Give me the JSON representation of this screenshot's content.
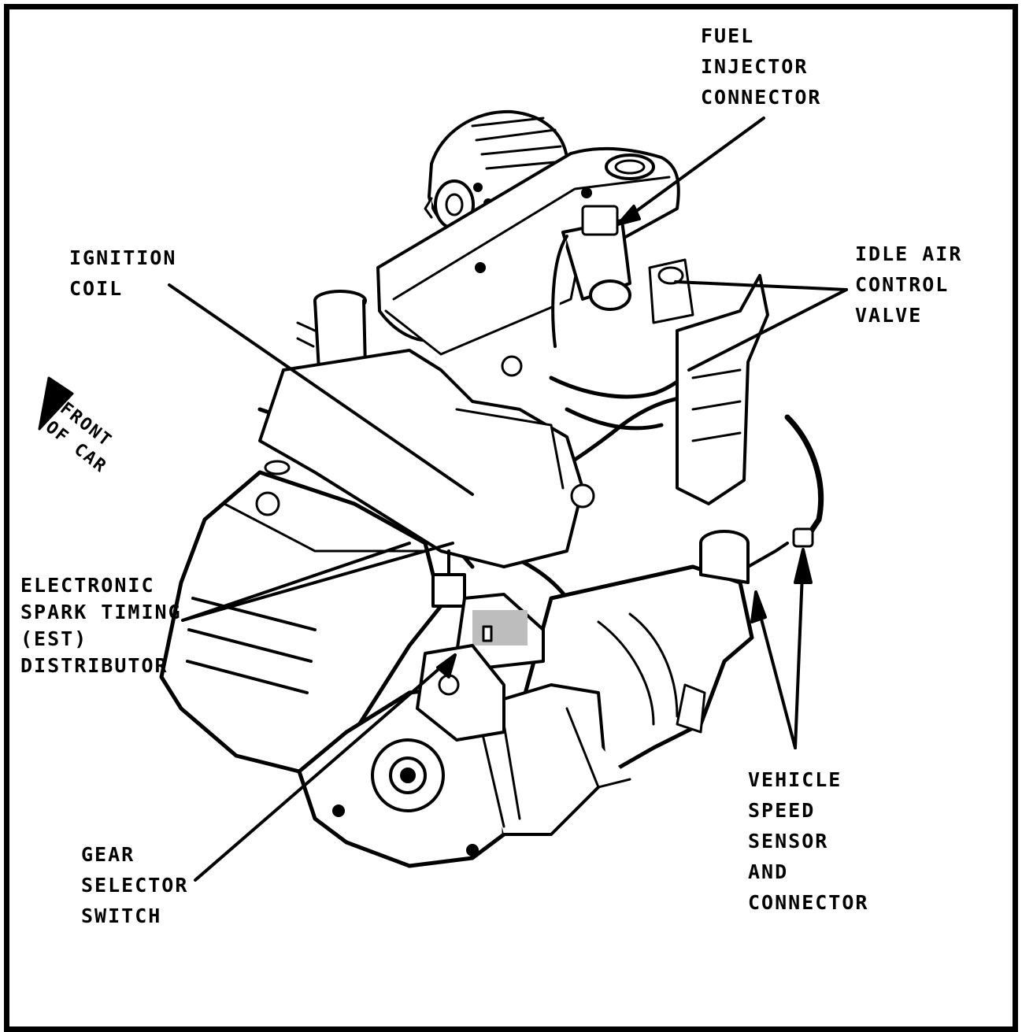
{
  "colors": {
    "ink": "#000000",
    "paper": "#ffffff",
    "screen": "#bdbdbd"
  },
  "labels": {
    "fuel_injector": [
      "FUEL",
      "INJECTOR",
      "CONNECTOR"
    ],
    "idle_air": [
      "IDLE AIR",
      "CONTROL",
      "VALVE"
    ],
    "ignition_coil": [
      "IGNITION",
      "COIL"
    ],
    "front_of_car": [
      "FRONT",
      "OF CAR"
    ],
    "est_distributor": [
      "ELECTRONIC",
      "SPARK TIMING",
      "(EST)",
      "DISTRIBUTOR"
    ],
    "gear_selector": [
      "GEAR",
      "SELECTOR",
      "SWITCH"
    ],
    "vehicle_speed": [
      "VEHICLE",
      "SPEED",
      "SENSOR",
      "AND",
      "CONNECTOR"
    ]
  }
}
